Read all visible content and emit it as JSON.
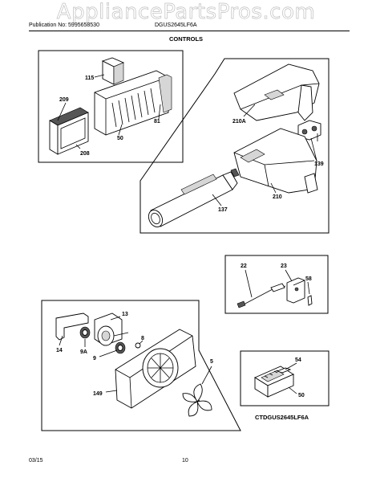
{
  "watermark": "AppliancePartsPros.com",
  "header": {
    "publication": "Publication No: 5995658530",
    "model": "DGUS2645LF6A",
    "section_title": "CONTROLS"
  },
  "callouts": {
    "p115": "115",
    "p209": "209",
    "p81": "81",
    "p50": "50",
    "p208": "208",
    "p210a": "210A",
    "p139": "139",
    "p210": "210",
    "p137": "137",
    "p22": "22",
    "p23": "23",
    "p58": "58",
    "p13": "13",
    "p14": "14",
    "p9a": "9A",
    "p8": "8",
    "p9": "9",
    "p149": "149",
    "p5": "5",
    "p54": "54",
    "p50b": "50"
  },
  "drawing_code": "CTDGUS2645LF6A",
  "footer": {
    "date": "03/15",
    "page": "10"
  }
}
